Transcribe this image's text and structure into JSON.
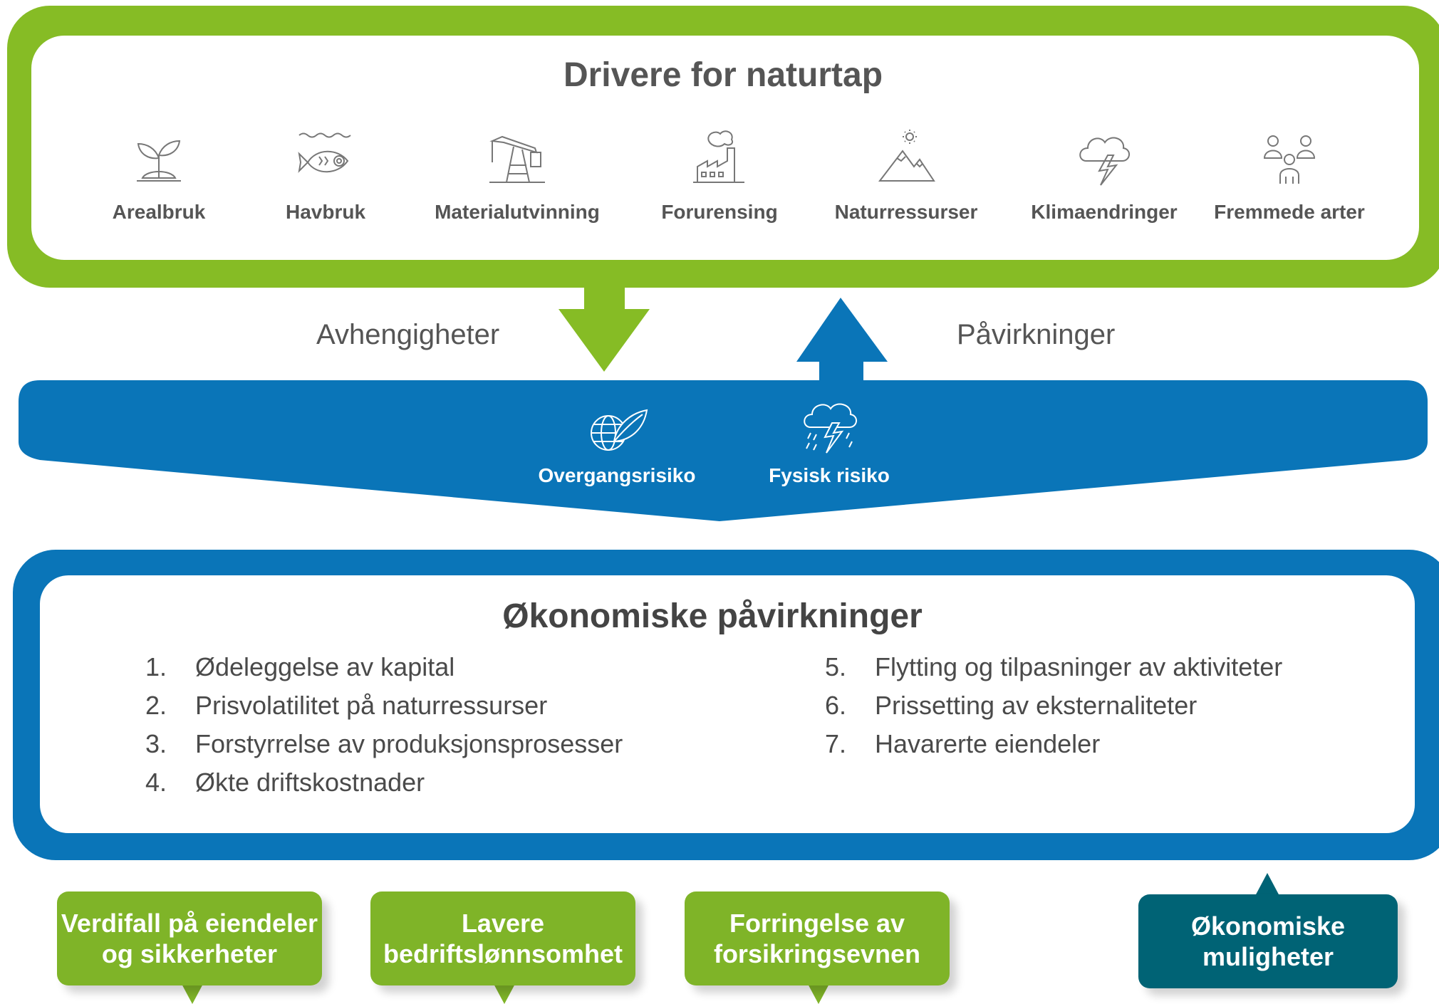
{
  "drivers": {
    "title": "Drivere for naturtap",
    "items": [
      {
        "label": "Arealbruk",
        "icon": "sprout-icon"
      },
      {
        "label": "Havbruk",
        "icon": "fish-icon"
      },
      {
        "label": "Materialutvinning",
        "icon": "oil-pump-icon"
      },
      {
        "label": "Forurensing",
        "icon": "factory-icon"
      },
      {
        "label": "Naturressurser",
        "icon": "mountain-sun-icon"
      },
      {
        "label": "Klimaendringer",
        "icon": "storm-cloud-icon"
      },
      {
        "label": "Fremmede arter",
        "icon": "people-icon"
      }
    ]
  },
  "flows": {
    "dependencies_label": "Avhengigheter",
    "impacts_label": "Påvirkninger"
  },
  "risks": {
    "items": [
      {
        "label": "Overgangsrisiko",
        "icon": "globe-leaf-icon"
      },
      {
        "label": "Fysisk risiko",
        "icon": "rain-lightning-icon"
      }
    ]
  },
  "economic_impacts": {
    "title": "Økonomiske påvirkninger",
    "left": [
      {
        "num": "1.",
        "text": "Ødeleggelse av kapital"
      },
      {
        "num": "2.",
        "text": "Prisvolatilitet på naturressurser"
      },
      {
        "num": "3.",
        "text": "Forstyrrelse av produksjonsprosesser"
      },
      {
        "num": "4.",
        "text": "Økte driftskostnader"
      }
    ],
    "right": [
      {
        "num": "5.",
        "text": "Flytting og tilpasninger av aktiviteter"
      },
      {
        "num": "6.",
        "text": "Prissetting av eksternaliteter"
      },
      {
        "num": "7.",
        "text": "Havarerte eiendeler"
      }
    ]
  },
  "outcomes": [
    {
      "line1": "Verdifall på eiendeler",
      "line2": "og sikkerheter"
    },
    {
      "line1": "Lavere",
      "line2": "bedriftslønnsomhet"
    },
    {
      "line1": "Forringelse av",
      "line2": "forsikringsevnen"
    },
    {
      "line1": "Økonomiske",
      "line2": "muligheter"
    }
  ],
  "colors": {
    "green": "#86bc25",
    "blue": "#0a75b8",
    "teal": "#006375",
    "text": "#4a4a4a"
  }
}
